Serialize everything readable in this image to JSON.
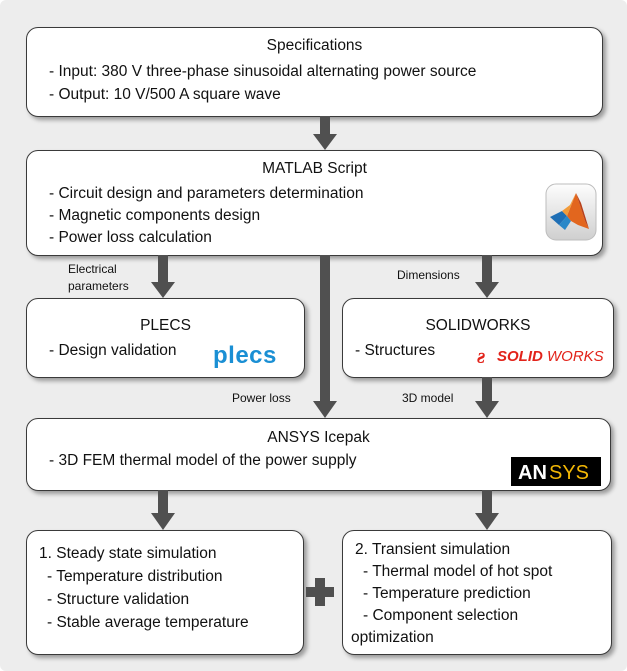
{
  "specifications": {
    "title": "Specifications",
    "lines": [
      "- Input: 380 V three-phase sinusoidal alternating power source",
      "- Output: 10 V/500 A square wave"
    ]
  },
  "matlab": {
    "title": "MATLAB Script",
    "lines": [
      "- Circuit design and parameters determination",
      "- Magnetic components design",
      "- Power loss calculation"
    ]
  },
  "plecs": {
    "title": "PLECS",
    "lines": [
      "- Design validation"
    ],
    "logo_text": "plecs"
  },
  "solidworks": {
    "title": "SOLIDWORKS",
    "lines": [
      "- Structures"
    ],
    "logo_text_bold": "SOLID",
    "logo_text_rest": "WORKS"
  },
  "ansys": {
    "title": "ANSYS Icepak",
    "lines": [
      "- 3D FEM thermal model of the power supply"
    ],
    "logo_text_a": "AN",
    "logo_text_b": "SYS"
  },
  "steady": {
    "lines": [
      "1.  Steady state simulation",
      "- Temperature distribution",
      "- Structure validation",
      "- Stable average temperature"
    ]
  },
  "transient": {
    "lines": [
      "2.  Transient simulation",
      "- Thermal model of hot spot",
      "- Temperature prediction",
      "- Component selection",
      "optimization"
    ]
  },
  "arrow_labels": {
    "electrical_1": "Electrical",
    "electrical_2": "parameters",
    "dimensions": "Dimensions",
    "power_loss": "Power loss",
    "model_3d": "3D model"
  },
  "plus_symbol": "+",
  "colors": {
    "arrow": "#505050",
    "plecs_logo": "#1a8fd4",
    "solidworks_logo": "#e2231a",
    "ansys_bg": "#000000",
    "ansys_yellow": "#f2b705"
  }
}
